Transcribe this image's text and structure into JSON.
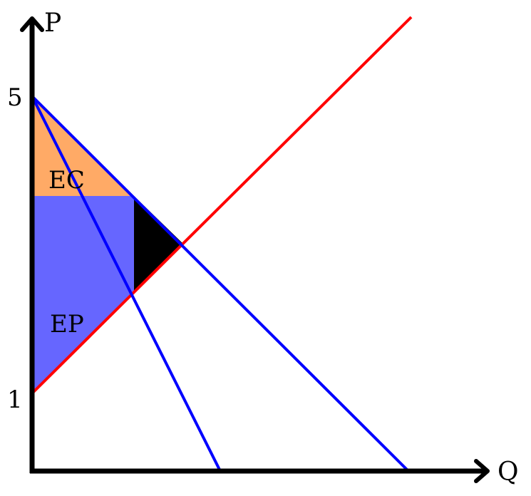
{
  "axes": {
    "x_label": "Q",
    "y_label": "P",
    "y_ticks": [
      "5",
      "1"
    ]
  },
  "regions": {
    "consumer_surplus_label": "EC",
    "producer_surplus_label": "EP"
  },
  "colors": {
    "axes": "#000000",
    "demand": "#0000ff",
    "marginal_revenue": "#0000ff",
    "supply": "#ff0000",
    "consumer_surplus": "#ffaa66",
    "producer_surplus": "#6666ff",
    "deadweight_loss": "#000000"
  }
}
